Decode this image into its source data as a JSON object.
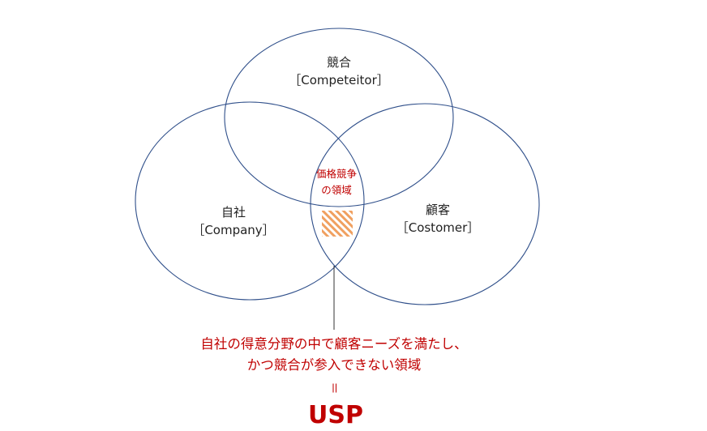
{
  "diagram": {
    "competitor": {
      "title": "競合",
      "subtitle": "［Competeitor］"
    },
    "company": {
      "title": "自社",
      "subtitle": "［Company］"
    },
    "customer": {
      "title": "顧客",
      "subtitle": "［Costomer］"
    },
    "price_zone": {
      "line1": "価格競争",
      "line2": "の領域"
    },
    "caption": {
      "line1": "自社の得意分野の中で顧客ニーズを満たし、",
      "line2": "かつ競合が参入できない領域"
    },
    "equals": "＝",
    "usp": "USP"
  },
  "colors": {
    "circle_stroke": "#2f4f8a",
    "accent_red": "#c00000",
    "hatch_orange": "#f0a060",
    "connector": "#333333"
  }
}
